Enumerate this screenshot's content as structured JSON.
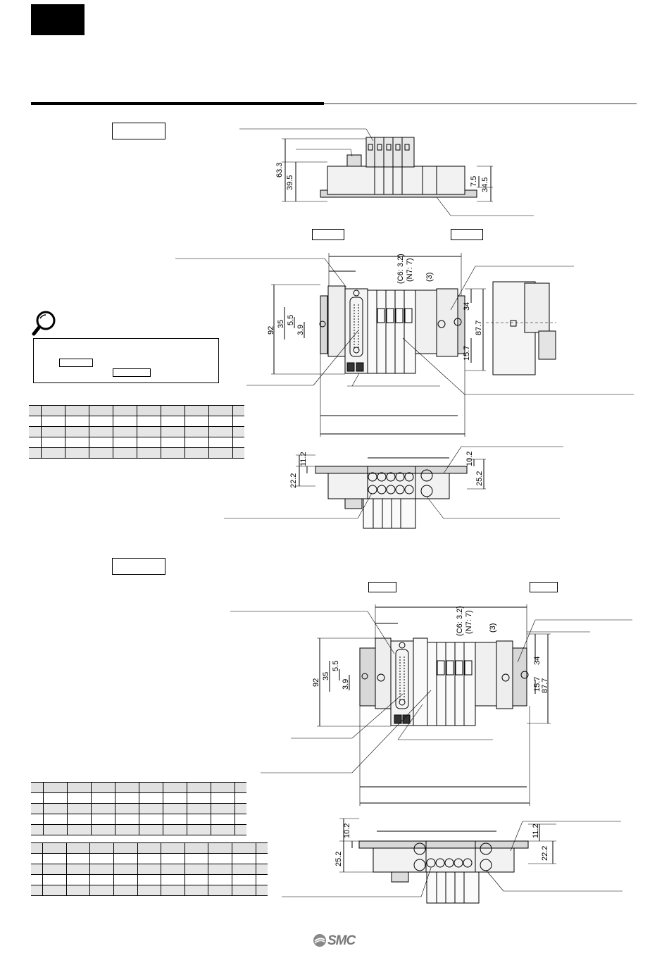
{
  "dimensions": {
    "top_view": {
      "overall_height": "63.3",
      "body_height": "39.5",
      "rail_offset": "7.5",
      "rail_height": "34.5"
    },
    "front_view_1": {
      "height": "92",
      "connector_height": "35",
      "pitch_a": "5.5",
      "pitch_b": "3.9",
      "note_c6": "(C6: 3.2)",
      "note_n7": "(N7: 7)",
      "gap": "(3)",
      "right_top": "34",
      "right_total": "87.7",
      "right_mid": "15.7"
    },
    "bottom_view_1": {
      "left_a": "11.2",
      "left_b": "22.2",
      "right_a": "10.2",
      "right_b": "25.2"
    },
    "front_view_2": {
      "height": "92",
      "connector_height": "35",
      "pitch_a": "5.5",
      "pitch_b": "3.9",
      "note_c6": "(C6: 3.2)",
      "note_n7": "(N7: 7)",
      "gap": "(3)",
      "right_top": "34",
      "right_mid": "15.7",
      "right_total": "87.7"
    },
    "bottom_view_2": {
      "left_a": "10.2",
      "left_b": "25.2",
      "right_a": "11.2",
      "right_b": "22.2"
    }
  },
  "logo": {
    "text": "SMC"
  }
}
